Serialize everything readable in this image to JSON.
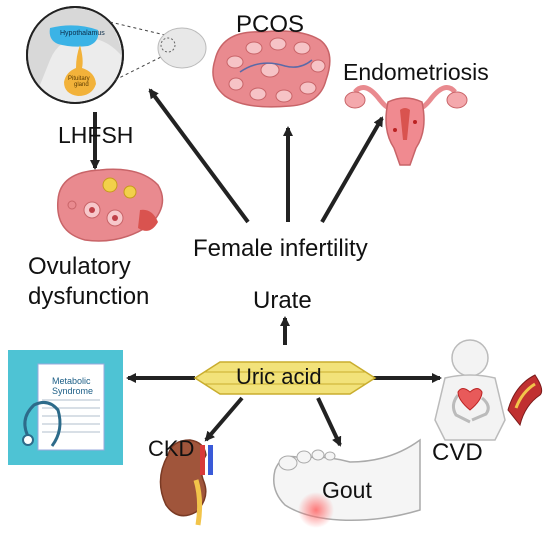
{
  "center": {
    "label": "Uric acid"
  },
  "urate": {
    "label": "Urate"
  },
  "female_infertility": {
    "label": "Female infertility"
  },
  "pcos": {
    "label": "PCOS"
  },
  "endometriosis": {
    "label": "Endometriosis"
  },
  "hormones": {
    "label": "LHFSH"
  },
  "ovulatory": {
    "line1": "Ovulatory",
    "line2": "dysfunction"
  },
  "brain_inset": {
    "hypothalamus": "Hypothalamus",
    "pituitary_line1": "Pituitary",
    "pituitary_line2": "gland"
  },
  "metabolic": {
    "line1": "Metabolic",
    "line2": "Syndrome"
  },
  "ckd": {
    "label": "CKD"
  },
  "gout": {
    "label": "Gout"
  },
  "cvd": {
    "label": "CVD"
  },
  "colors": {
    "arrow": "#222222",
    "metabolic_bg": "#4ec3d4",
    "center_fill": "#f2e27a",
    "ovary": "#e98a8f",
    "hypothalamus": "#3bb3e6",
    "pituitary": "#f2b23a"
  }
}
